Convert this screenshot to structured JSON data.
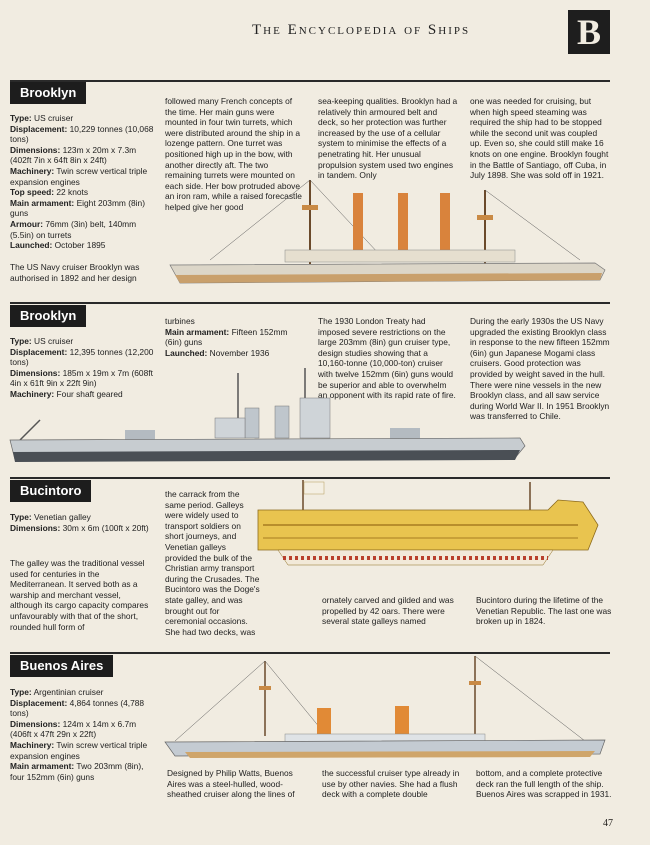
{
  "header": {
    "title": "The Encyclopedia of Ships",
    "letter": "B"
  },
  "page_number": "47",
  "entries": {
    "brooklyn1": {
      "name": "Brooklyn",
      "specs": [
        {
          "label": "Type:",
          "value": "US cruiser"
        },
        {
          "label": "Displacement:",
          "value": "10,229 tonnes (10,068 tons)"
        },
        {
          "label": "Dimensions:",
          "value": "123m x 20m x 7.3m (402ft 7in x 64ft 8in x 24ft)"
        },
        {
          "label": "Machinery:",
          "value": "Twin screw vertical triple expansion engines"
        },
        {
          "label": "Top speed:",
          "value": "22 knots"
        },
        {
          "label": "Main armament:",
          "value": "Eight 203mm (8in) guns"
        },
        {
          "label": "Armour:",
          "value": "76mm (3in) belt, 140mm (5.5in) on turrets"
        },
        {
          "label": "Launched:",
          "value": "October 1895"
        }
      ],
      "text_a": "The US Navy cruiser Brooklyn was authorised in 1892 and her design",
      "text_b": "followed many French concepts of the time. Her main guns were mounted in four twin turrets, which were distributed around the ship in a lozenge pattern. One turret was positioned high up in the bow, with another directly aft. The two remaining turrets were mounted on each side. Her bow protruded above an iron ram, while a raised forecastle helped give her good",
      "text_c": "sea-keeping qualities. Brooklyn had a relatively thin armoured belt and deck, so her protection was further increased by the use of a cellular system to minimise the effects of a penetrating hit. Her unusual propulsion system used two engines in tandem. Only",
      "text_d": "one was needed for cruising, but when high speed steaming was required the ship had to be stopped while the second unit was coupled up. Even so, she could still make 16 knots on one engine. Brooklyn fought in the Battle of Santiago, off Cuba, in July 1898. She was sold off in 1921."
    },
    "brooklyn2": {
      "name": "Brooklyn",
      "specs": [
        {
          "label": "Type:",
          "value": "US cruiser"
        },
        {
          "label": "Displacement:",
          "value": "12,395 tonnes (12,200 tons)"
        },
        {
          "label": "Dimensions:",
          "value": "185m x 19m x 7m (608ft 4in x 61ft 9in x 22ft 9in)"
        },
        {
          "label": "Machinery:",
          "value": "Four shaft geared"
        }
      ],
      "specs_cont": [
        {
          "label": "",
          "value": "turbines"
        },
        {
          "label": "Main armament:",
          "value": "Fifteen 152mm (6in) guns"
        },
        {
          "label": "Launched:",
          "value": "November 1936"
        }
      ],
      "text_c": "The 1930 London Treaty had imposed severe restrictions on the large 203mm (8in) gun cruiser type, design studies showing that a 10,160-tonne (10,000-ton) cruiser with twelve 152mm (6in) guns would be superior and able to overwhelm an opponent with its rapid rate of fire.",
      "text_d": "During the early 1930s the US Navy upgraded the existing Brooklyn class in response to the new fifteen 152mm (6in) gun Japanese Mogami class cruisers. Good protection was provided by weight saved in the hull. There were nine vessels in the new Brooklyn class, and all saw service during World War II. In 1951 Brooklyn was transferred to Chile."
    },
    "bucintoro": {
      "name": "Bucintoro",
      "specs": [
        {
          "label": "Type:",
          "value": "Venetian galley"
        },
        {
          "label": "Dimensions:",
          "value": "30m x 6m (100ft x 20ft)"
        }
      ],
      "text_a": "The galley was the traditional vessel used for centuries in the Mediterranean. It served both as a warship and merchant vessel, although its cargo capacity compares unfavourably with that of the short, rounded hull form of",
      "text_b": "the carrack from the same period. Galleys were widely used to transport soldiers on short journeys, and Venetian galleys provided the bulk of the Christian army transport during the Crusades. The Bucintoro was the Doge's state galley, and was brought out for ceremonial occasions. She had two decks, was",
      "text_c": "ornately carved and gilded and was propelled by 42 oars. There were several state galleys named",
      "text_d": "Bucintoro during the lifetime of the Venetian Republic. The last one was broken up in 1824."
    },
    "buenos_aires": {
      "name": "Buenos Aires",
      "specs": [
        {
          "label": "Type:",
          "value": "Argentinian cruiser"
        },
        {
          "label": "Displacement:",
          "value": "4,864 tonnes (4,788 tons)"
        },
        {
          "label": "Dimensions:",
          "value": "124m x 14m x 6.7m (406ft x 47ft 29n x 22ft)"
        },
        {
          "label": "Machinery:",
          "value": "Twin screw vertical triple expansion engines"
        },
        {
          "label": "Main armament:",
          "value": "Two 203mm (8in), four 152mm (6in) guns"
        }
      ],
      "text_b": "Designed by Philip Watts, Buenos Aires was a steel-hulled, wood-sheathed cruiser along the lines of",
      "text_c": "the successful cruiser type already in use by other navies. She had a flush deck with a complete double",
      "text_d": "bottom, and a complete protective deck ran the full length of the ship. Buenos Aires was scrapped in 1931."
    }
  }
}
